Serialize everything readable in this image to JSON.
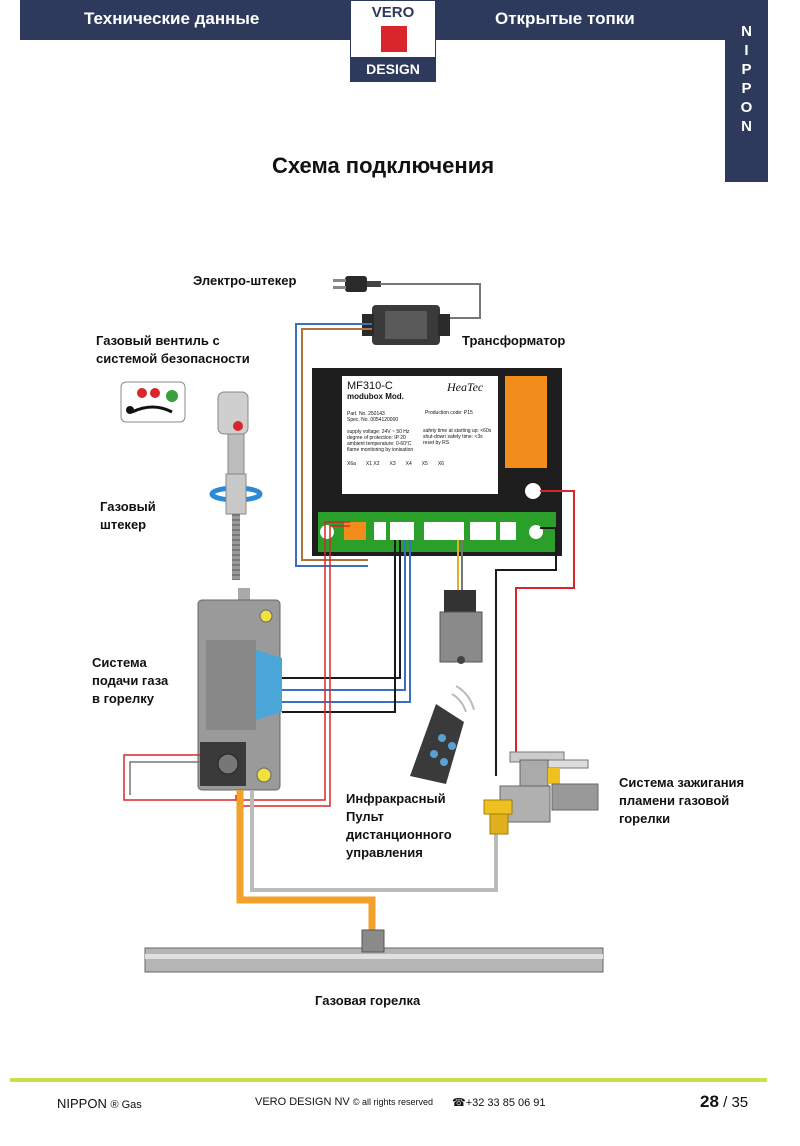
{
  "header": {
    "left_title": "Технические данные",
    "right_title": "Открытые топки",
    "logo_top": "VERO",
    "logo_bottom": "DESIGN",
    "side_label": "NIPPON"
  },
  "page_title": "Схема подключения",
  "labels": {
    "plug": "Электро-штекер",
    "transformer": "Трансформатор",
    "gas_valve": "Газовый вентиль с\nсистемой безопасности",
    "gas_connector": "Газовый\nштекер",
    "gas_supply": "Система\nподачи газа\nв горелку",
    "remote": "Инфракрасный\nПульт\nдистанционного\nуправления",
    "ignition": "Система зажигания\nпламени газовой\nгорелки",
    "burner": "Газовая горелка"
  },
  "module": {
    "model": "MF310-C",
    "sub": "modubox Mod.",
    "brand": "HeaTec",
    "part_no": "Part. No. 250143",
    "spec_no": "Spec. No. 0054120000",
    "production_code": "Production code: P15",
    "spec_lines": [
      "supply voltage: 24V ~ 50 Hz",
      "degree of protection: IP 20",
      "ambient temperature: 0-60°C",
      "flame monitoring by ionisation"
    ],
    "safety_lines": [
      "safety time at starting up: <60s",
      "shut-down safety time: <3s",
      "reset by RS"
    ],
    "connectors": [
      "X6a",
      "X1 X2",
      "X3",
      "X4",
      "X5",
      "X6"
    ]
  },
  "footer": {
    "brand": "NIPPON",
    "brand_suffix": "® Gas",
    "company": "VERO DESIGN NV",
    "rights": "© all rights reserved",
    "phone": "☎+32 33 85 06 91",
    "page_current": "28",
    "page_sep": " / ",
    "page_total": "35"
  }
}
